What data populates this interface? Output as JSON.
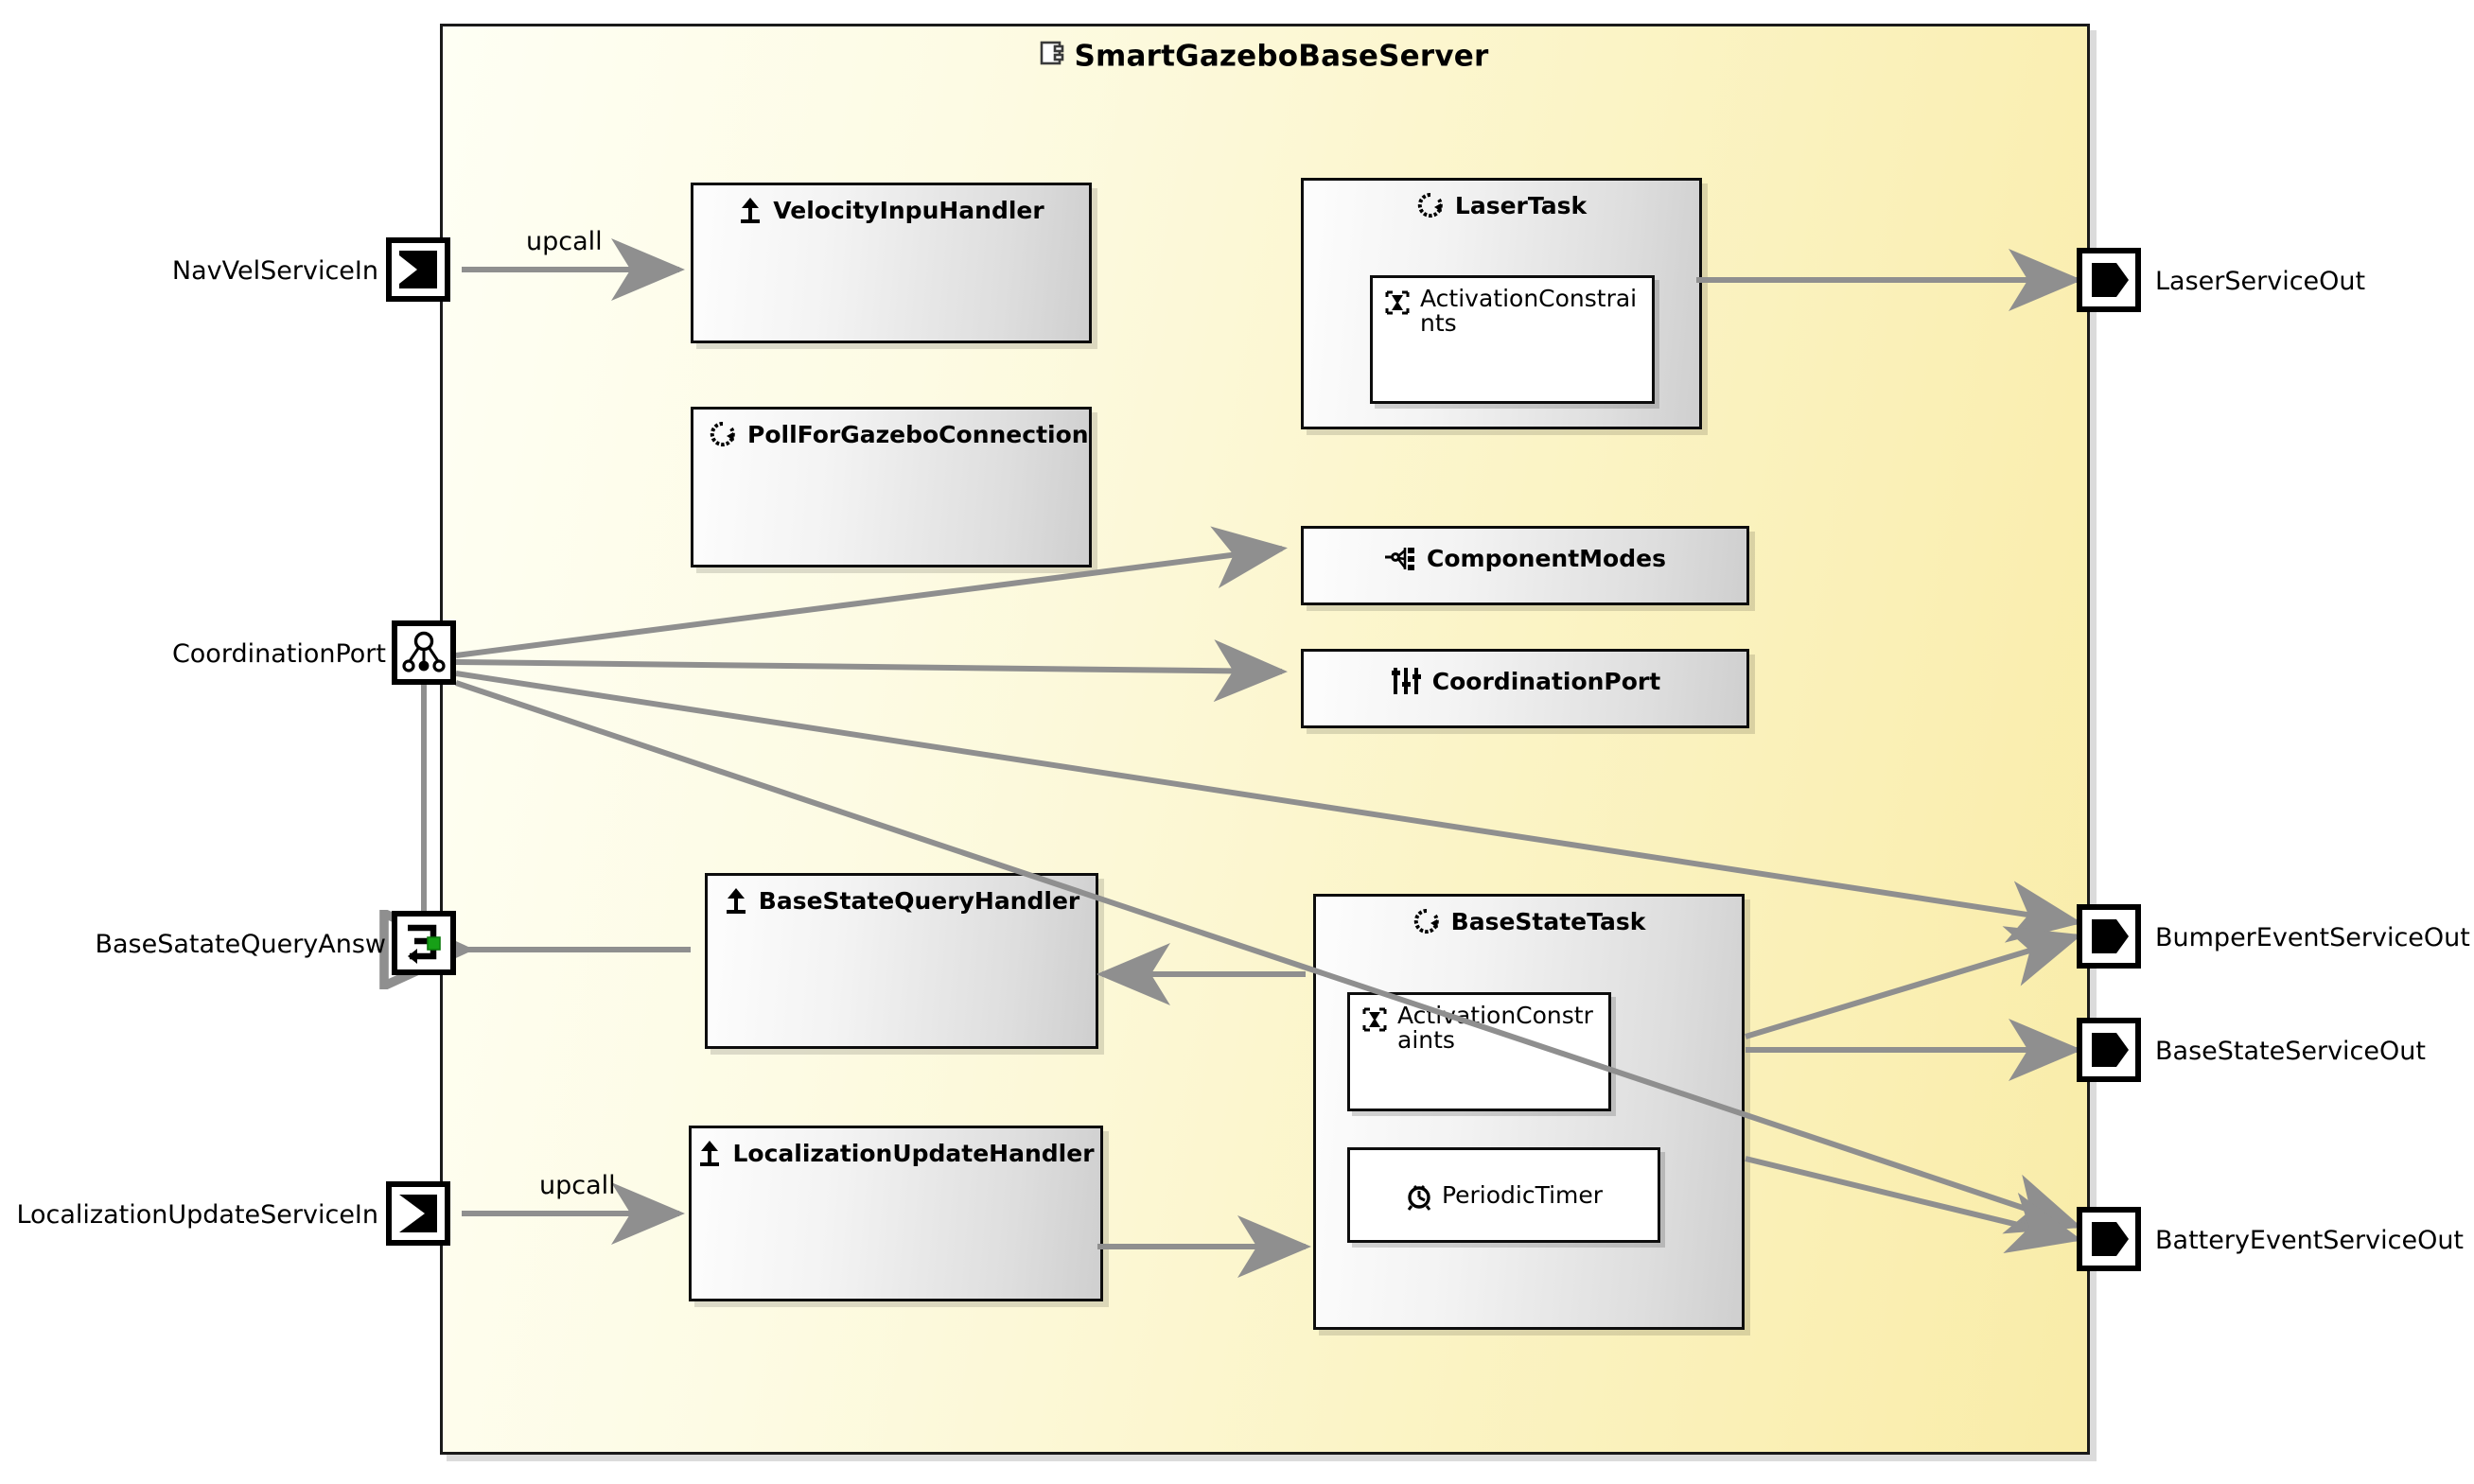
{
  "diagram": {
    "title": "SmartGazeboBaseServer",
    "title_icon": "component-icon",
    "panel_color": "#fbf2bf"
  },
  "input_ports": [
    {
      "label": "NavVelServiceIn",
      "icon": "input-port-icon"
    },
    {
      "label": "CoordinationPort",
      "icon": "coordination-port-icon"
    },
    {
      "label": "BaseSatateQueryAnsw",
      "icon": "query-answer-port-icon"
    },
    {
      "label": "LocalizationUpdateServiceIn",
      "icon": "input-port-icon"
    }
  ],
  "output_ports": [
    {
      "label": "LaserServiceOut",
      "icon": "output-port-icon"
    },
    {
      "label": "BumperEventServiceOut",
      "icon": "output-port-icon"
    },
    {
      "label": "BaseStateServiceOut",
      "icon": "output-port-icon"
    },
    {
      "label": "BatteryEventServiceOut",
      "icon": "output-port-icon"
    }
  ],
  "boxes": [
    {
      "label": "VelocityInpuHandler",
      "icon": "upcall-handler-icon"
    },
    {
      "label": "PollForGazeboConnection",
      "icon": "task-icon"
    },
    {
      "label": "LaserTask",
      "icon": "task-icon"
    },
    {
      "label": "ComponentModes",
      "icon": "component-modes-icon"
    },
    {
      "label": "CoordinationPort",
      "icon": "sliders-icon"
    },
    {
      "label": "BaseStateQueryHandler",
      "icon": "upcall-handler-icon"
    },
    {
      "label": "BaseStateTask",
      "icon": "task-icon"
    },
    {
      "label": "LocalizationUpdateHandler",
      "icon": "upcall-handler-icon"
    }
  ],
  "nested_boxes": [
    {
      "label": "ActivationConstraints",
      "icon": "hourglass-icon",
      "parent": "LaserTask"
    },
    {
      "label": "ActivationConstraints",
      "icon": "hourglass-icon",
      "parent": "BaseStateTask"
    },
    {
      "label": "PeriodicTimer",
      "icon": "clock-icon",
      "parent": "BaseStateTask"
    }
  ],
  "edge_labels": [
    {
      "text": "upcall"
    },
    {
      "text": "upcall"
    }
  ]
}
